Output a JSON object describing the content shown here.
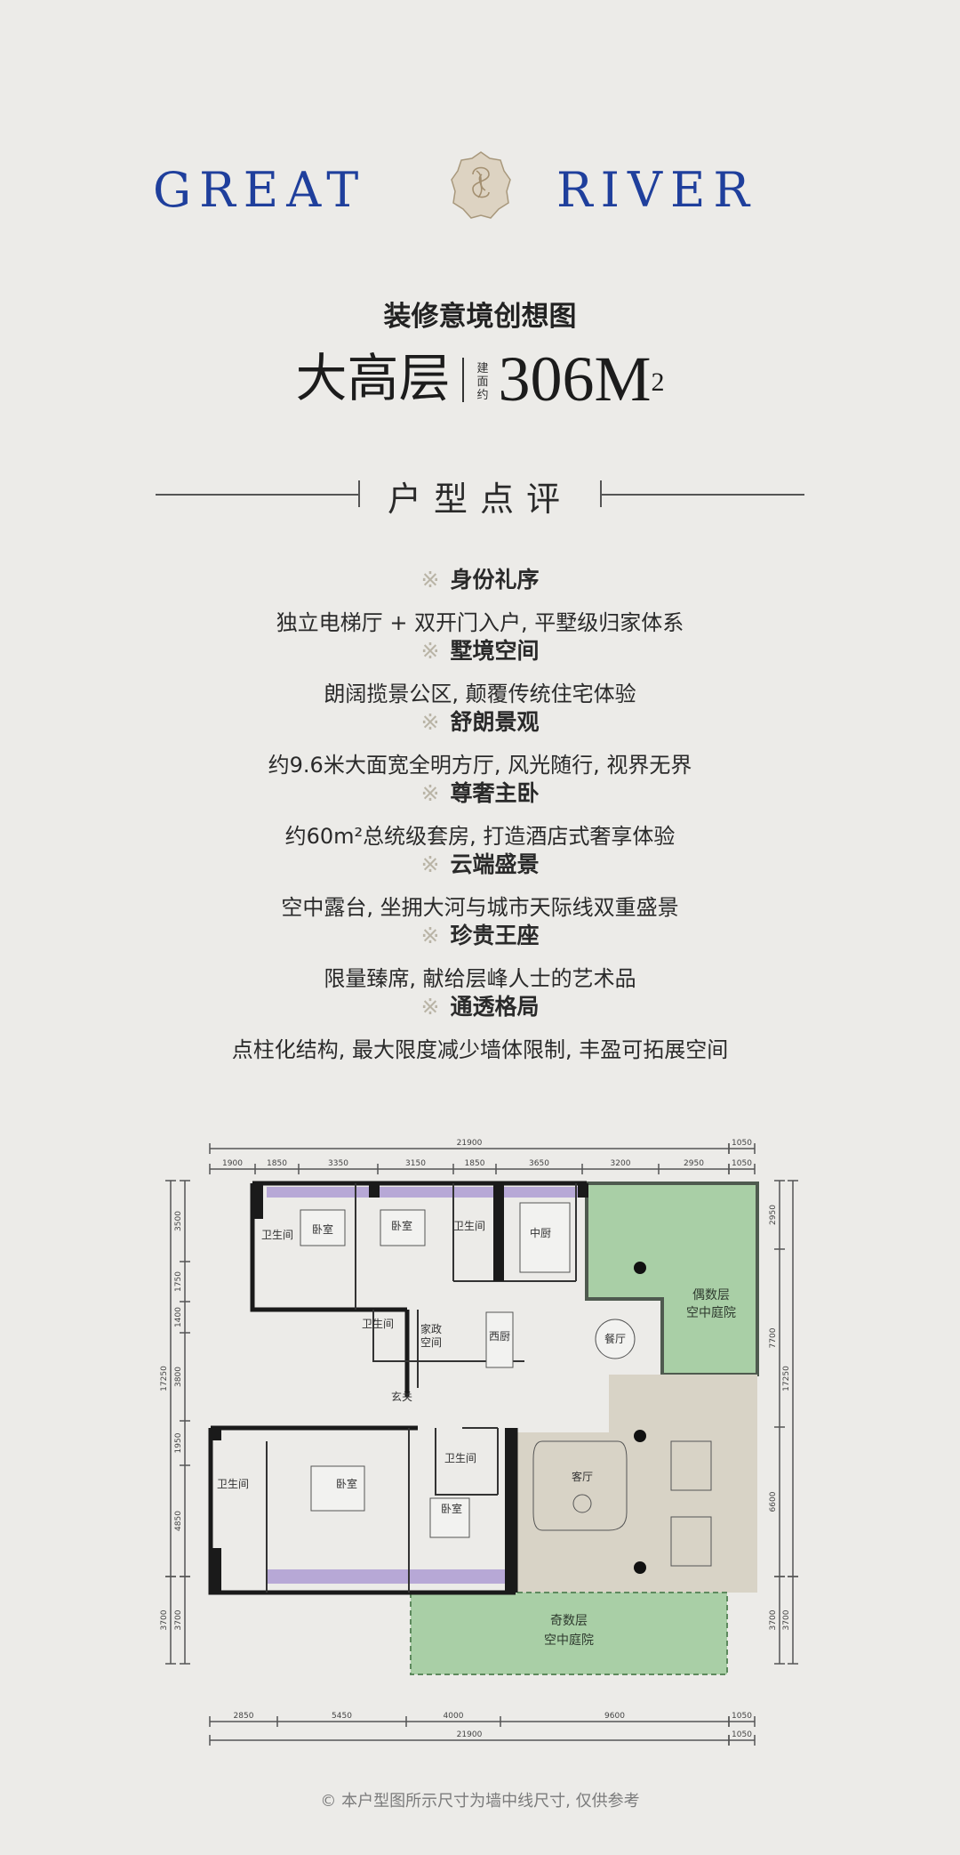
{
  "logo": {
    "left": "GREAT",
    "right": "RIVER",
    "brand_color": "#1f3f9c",
    "emblem": "lotus-knot-emblem"
  },
  "subtitle": "装修意境创想图",
  "title": {
    "main": "大高层",
    "area_label": "建面约",
    "area_value": "306M",
    "area_sup": "2"
  },
  "section_title": "户型点评",
  "review_mark": "※",
  "review_items": [
    {
      "heading": "身份礼序",
      "desc": "独立电梯厅 + 双开门入户, 平墅级归家体系"
    },
    {
      "heading": "墅境空间",
      "desc": "朗阔揽景公区, 颠覆传统住宅体验"
    },
    {
      "heading": "舒朗景观",
      "desc": "约9.6米大面宽全明方厅, 风光随行, 视界无界"
    },
    {
      "heading": "尊奢主卧",
      "desc": "约60m²总统级套房, 打造酒店式奢享体验"
    },
    {
      "heading": "云端盛景",
      "desc": "空中露台, 坐拥大河与城市天际线双重盛景"
    },
    {
      "heading": "珍贵王座",
      "desc": "限量臻席, 献给层峰人士的艺术品"
    },
    {
      "heading": "通透格局",
      "desc": "点柱化结构, 最大限度减少墙体限制, 丰盈可拓展空间"
    }
  ],
  "floorplan": {
    "dims_top_total": "21900",
    "dims_top_extra": [
      "1050",
      "1050"
    ],
    "dims_top": [
      "1900",
      "1850",
      "3350",
      "3150",
      "1850",
      "3650",
      "3200",
      "2950"
    ],
    "dims_bottom": [
      "2850",
      "5450",
      "4000",
      "9600"
    ],
    "dims_bottom_total": "21900",
    "dims_bottom_extra": [
      "1050",
      "1050"
    ],
    "dims_left": [
      "3500",
      "1750",
      "1400",
      "3800",
      "1950",
      "4850"
    ],
    "dims_left_total": "17250",
    "dims_left_bottom": [
      "3700",
      "3700"
    ],
    "dims_right": [
      "2950",
      "7700",
      "6600"
    ],
    "dims_right_total": "17250",
    "dims_right_bottom": [
      "3700",
      "3700"
    ],
    "rooms": {
      "bedroom": "卧室",
      "bathroom": "卫生间",
      "chinese_kitchen": "中厨",
      "housekeeping_1": "家政",
      "housekeeping_2": "空间",
      "western_kitchen": "西厨",
      "dining": "餐厅",
      "foyer": "玄关",
      "living": "客厅",
      "even_court_1": "偶数层",
      "even_court_2": "空中庭院",
      "odd_court_1": "奇数层",
      "odd_court_2": "空中庭院"
    },
    "colors": {
      "court": "#a9cfa6",
      "living": "#d8d3c6",
      "window": "#b7a8d6",
      "wall": "#1a1a1a"
    }
  },
  "footnote": "© 本户型图所示尺寸为墙中线尺寸, 仅供参考"
}
